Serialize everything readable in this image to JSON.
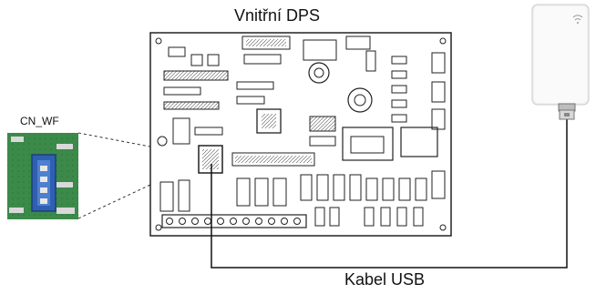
{
  "board_title": "Vnitřní DPS",
  "connector_label": "CN_WF",
  "cable_label": "Kabel USB",
  "colors": {
    "board": "#ffffff",
    "ink": "#111111",
    "inset_pcb": "#3c8a4a",
    "inset_connector": "#2f5fb0",
    "dongle": "#f2f2f2"
  },
  "icons": [
    "wifi-icon"
  ]
}
